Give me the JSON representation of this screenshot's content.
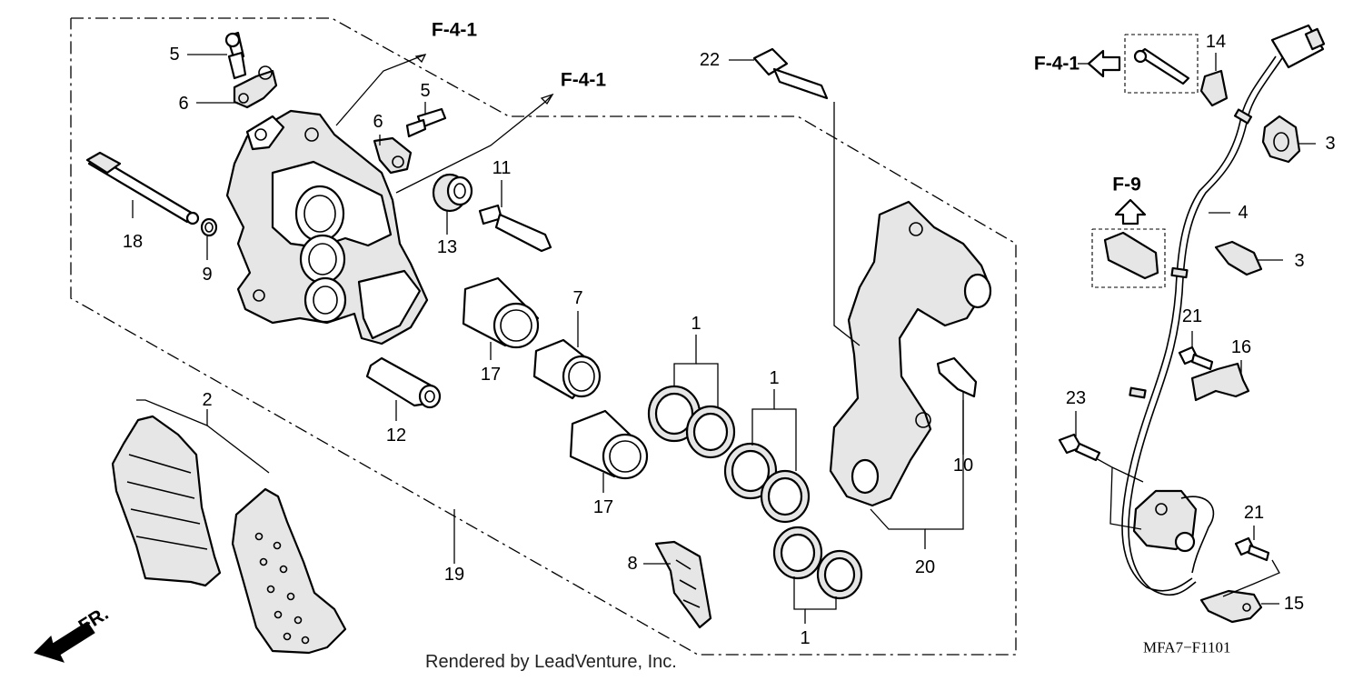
{
  "diagram_code": "MFA7−F1101",
  "credit": "Rendered by LeadVenture, Inc.",
  "front_marker": "FR.",
  "references": {
    "f41_a": "F-4-1",
    "f41_b": "F-4-1",
    "f41_c": "F-4-1",
    "f9": "F-9"
  },
  "callouts": {
    "n1a": "1",
    "n1b": "1",
    "n1c": "1",
    "n2": "2",
    "n3a": "3",
    "n3b": "3",
    "n4": "4",
    "n5a": "5",
    "n5b": "5",
    "n6a": "6",
    "n6b": "6",
    "n7": "7",
    "n8": "8",
    "n9": "9",
    "n10": "10",
    "n11": "11",
    "n12": "12",
    "n13": "13",
    "n14": "14",
    "n15": "15",
    "n16": "16",
    "n17a": "17",
    "n17b": "17",
    "n18": "18",
    "n19": "19",
    "n20": "20",
    "n21a": "21",
    "n21b": "21",
    "n22": "22",
    "n23": "23"
  }
}
